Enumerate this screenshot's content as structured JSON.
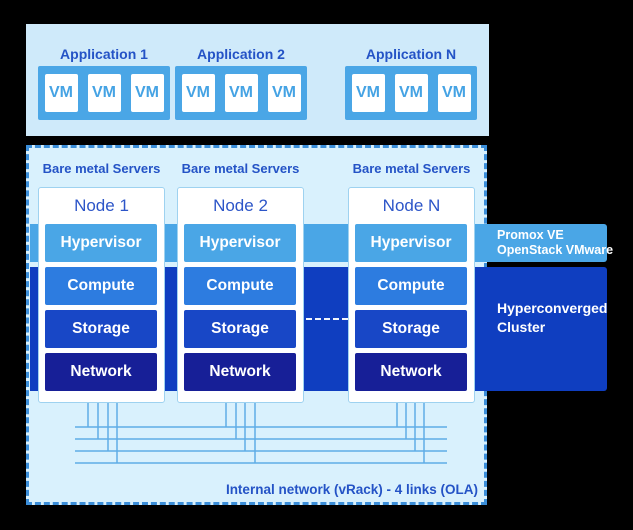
{
  "colors": {
    "background": "#000000",
    "panel_light": "#cfeafa",
    "panel_main": "#d9f1fd",
    "dash_border": "#3b8ed9",
    "medium_blue": "#4aa6e6",
    "compute_blue": "#2d7ce0",
    "storage_blue": "#1847c6",
    "network_navy": "#171f97",
    "royal_blue": "#0f3ec0",
    "text_blue": "#2453c6",
    "wire_blue": "#5fade6"
  },
  "applications_panel": {
    "groups": [
      {
        "label": "Application 1",
        "vms": [
          "VM",
          "VM",
          "VM"
        ]
      },
      {
        "label": "Application 2",
        "vms": [
          "VM",
          "VM",
          "VM"
        ]
      },
      {
        "label": "Application N",
        "vms": [
          "VM",
          "VM",
          "VM"
        ]
      }
    ]
  },
  "cluster_panel": {
    "server_groups": [
      {
        "label": "Bare metal Servers",
        "node": "Node 1",
        "layers": [
          "Hypervisor",
          "Compute",
          "Storage",
          "Network"
        ]
      },
      {
        "label": "Bare metal Servers",
        "node": "Node 2",
        "layers": [
          "Hypervisor",
          "Compute",
          "Storage",
          "Network"
        ]
      },
      {
        "label": "Bare metal Servers",
        "node": "Node N",
        "layers": [
          "Hypervisor",
          "Compute",
          "Storage",
          "Network"
        ]
      }
    ],
    "platform_band": {
      "line1": "Promox VE",
      "line2": "OpenStack VMware"
    },
    "cluster_box": {
      "line1": "Hyperconverged",
      "line2": "Cluster"
    },
    "network_label": "Internal network (vRack) - 4 links (OLA)"
  }
}
